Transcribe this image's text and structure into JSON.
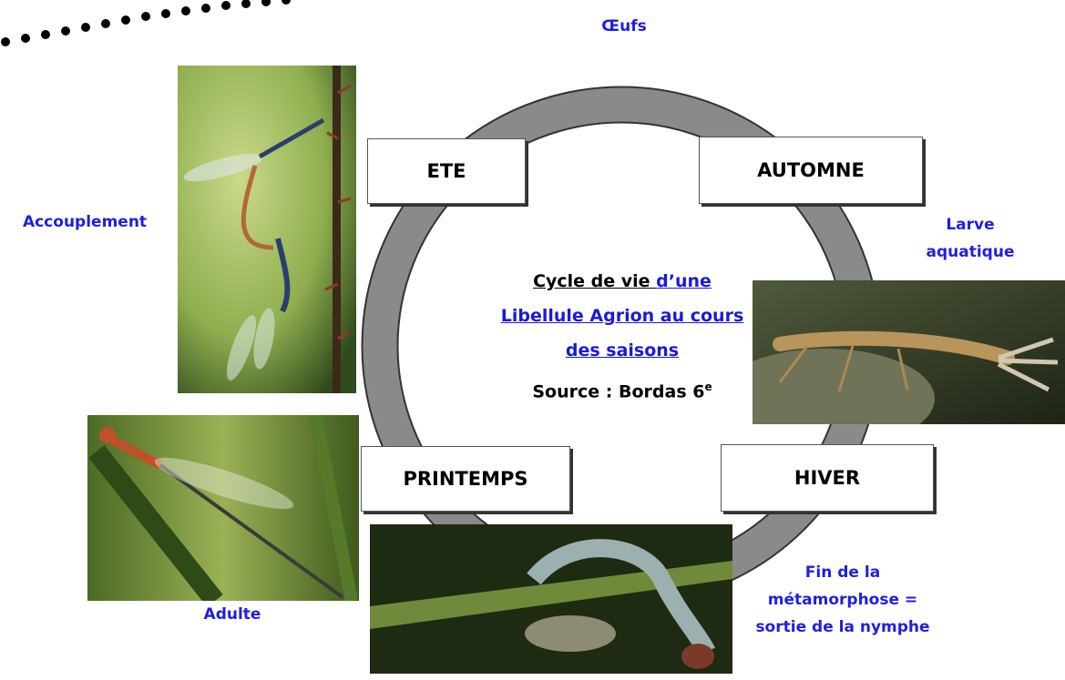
{
  "labels": {
    "oeufs": "Œufs",
    "accouplement": "Accouplement",
    "larve_line1": "Larve",
    "larve_line2": "aquatique",
    "adulte": "Adulte",
    "fin_line1": "Fin de la",
    "fin_line2": "métamorphose =",
    "fin_line3": "sortie de la nymphe"
  },
  "seasons": {
    "ete": "ETE",
    "automne": "AUTOMNE",
    "printemps": "PRINTEMPS",
    "hiver": "HIVER"
  },
  "center": {
    "title_part1": "Cycle de vie ",
    "title_part2": "d’une Libellule Agrion au cours des saisons",
    "source": "Source : Bordas 6",
    "source_sup": "e"
  },
  "colors": {
    "label_blue": "#1f1fe0",
    "ring_gray": "#8a8a8a"
  },
  "photos": {
    "mating": "photo of two damselflies mating on a stem",
    "larva": "photo of aquatic damselfly larva on a stone",
    "adult": "photo of adult damselfly on a grass blade",
    "emergence": "photo of damselfly emerging from nymph"
  }
}
